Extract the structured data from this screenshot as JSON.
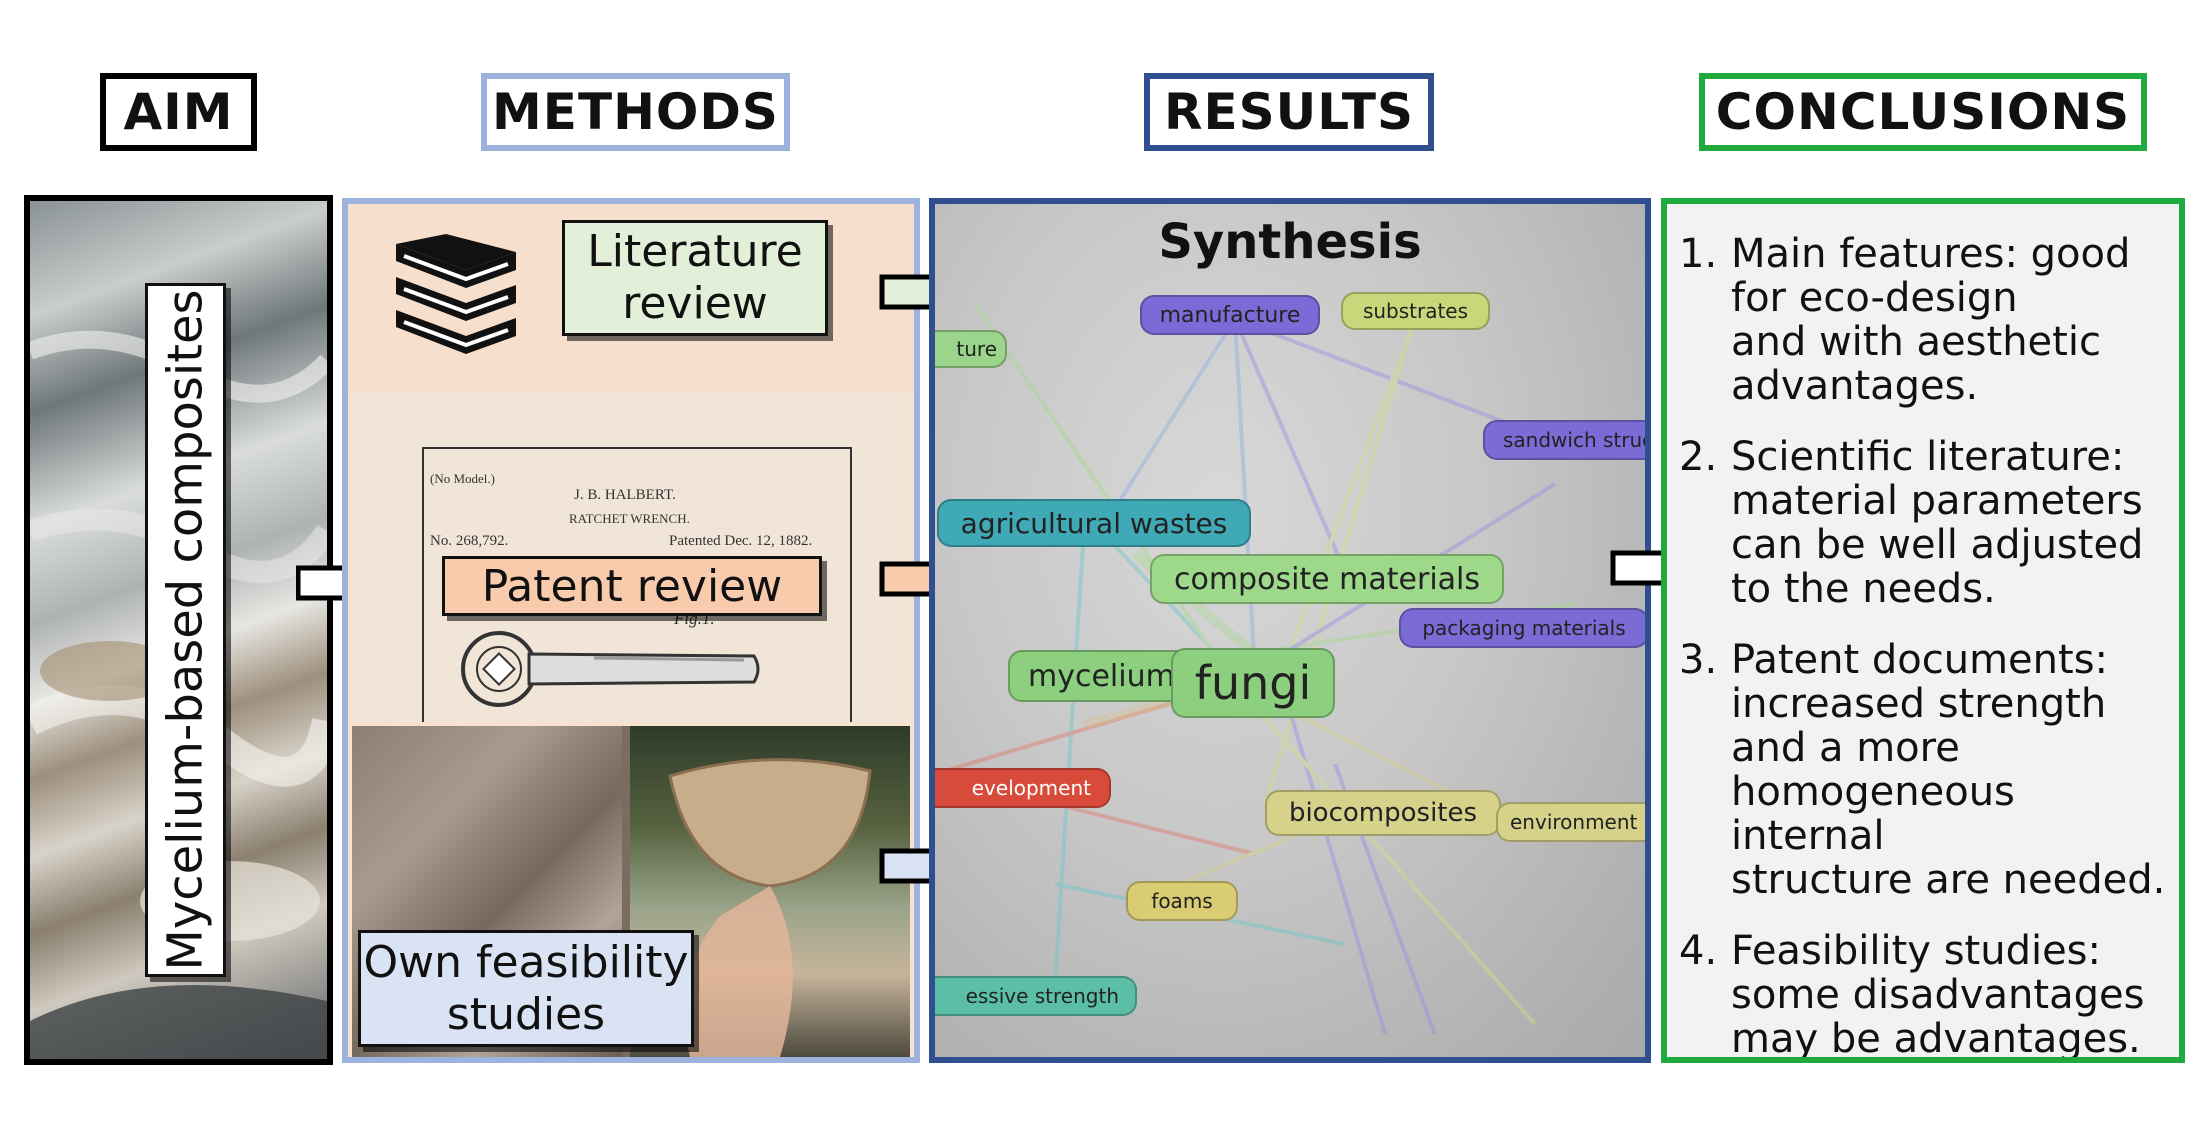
{
  "headers": {
    "aim": "AIM",
    "methods": "METHODS",
    "results": "RESULTS",
    "conclusions": "CONCLUSIONS"
  },
  "colors": {
    "aim": "#000000",
    "methods": "#9db3de",
    "results": "#2f4f91",
    "conclusions": "#1faa3f",
    "literature_bg": "#e2f0d9",
    "patent_bg": "#f8cbad",
    "feasibility_bg": "#dae3f3"
  },
  "aim": {
    "vertical_label": "Mycelium-based composites"
  },
  "methods": {
    "literature_label": "Literature\nreview",
    "patent_label": "Patent review",
    "feasibility_label": "Own feasibility\nstudies",
    "books_icon": "books-icon",
    "patent_doc": {
      "model": "(No Model.)",
      "inventor": "J. B. HALBERT.",
      "title": "RATCHET WRENCH.",
      "number": "No. 268,792.",
      "date": "Patented Dec. 12, 1882.",
      "fig": "Fig.1."
    }
  },
  "results": {
    "title": "Synthesis",
    "keywords": [
      {
        "text": "manufacture",
        "color": "#7c6bd6"
      },
      {
        "text": "substrates",
        "color": "#c9d77a"
      },
      {
        "text": "ture",
        "color": "#9bd48b"
      },
      {
        "text": "sandwich struc",
        "color": "#7c6bd6"
      },
      {
        "text": "agricultural wastes",
        "color": "#3fa9b5"
      },
      {
        "text": "composite materials",
        "color": "#9ed88a"
      },
      {
        "text": "packaging materials",
        "color": "#7c6bd6"
      },
      {
        "text": "mycelium",
        "color": "#8ccf7f"
      },
      {
        "text": "fungi",
        "color": "#8ccf7f"
      },
      {
        "text": "evelopment",
        "color": "#d84b3b"
      },
      {
        "text": "biocomposites",
        "color": "#d6d289"
      },
      {
        "text": "environment",
        "color": "#d6d289"
      },
      {
        "text": "foams",
        "color": "#d9cc73"
      },
      {
        "text": "essive strength",
        "color": "#5bbfa7"
      }
    ]
  },
  "conclusions": {
    "items": [
      {
        "num": "1.",
        "text": "Main features: good\nfor eco-design\nand with aesthetic\nadvantages."
      },
      {
        "num": "2.",
        "text": "Scientific literature:\nmaterial parameters\ncan be well adjusted\nto the needs."
      },
      {
        "num": "3.",
        "text": "Patent documents:\nincreased strength\nand a more\nhomogeneous internal\nstructure are needed."
      },
      {
        "num": "4.",
        "text": "Feasibility studies:\nsome disadvantages\nmay be advantages."
      }
    ]
  }
}
